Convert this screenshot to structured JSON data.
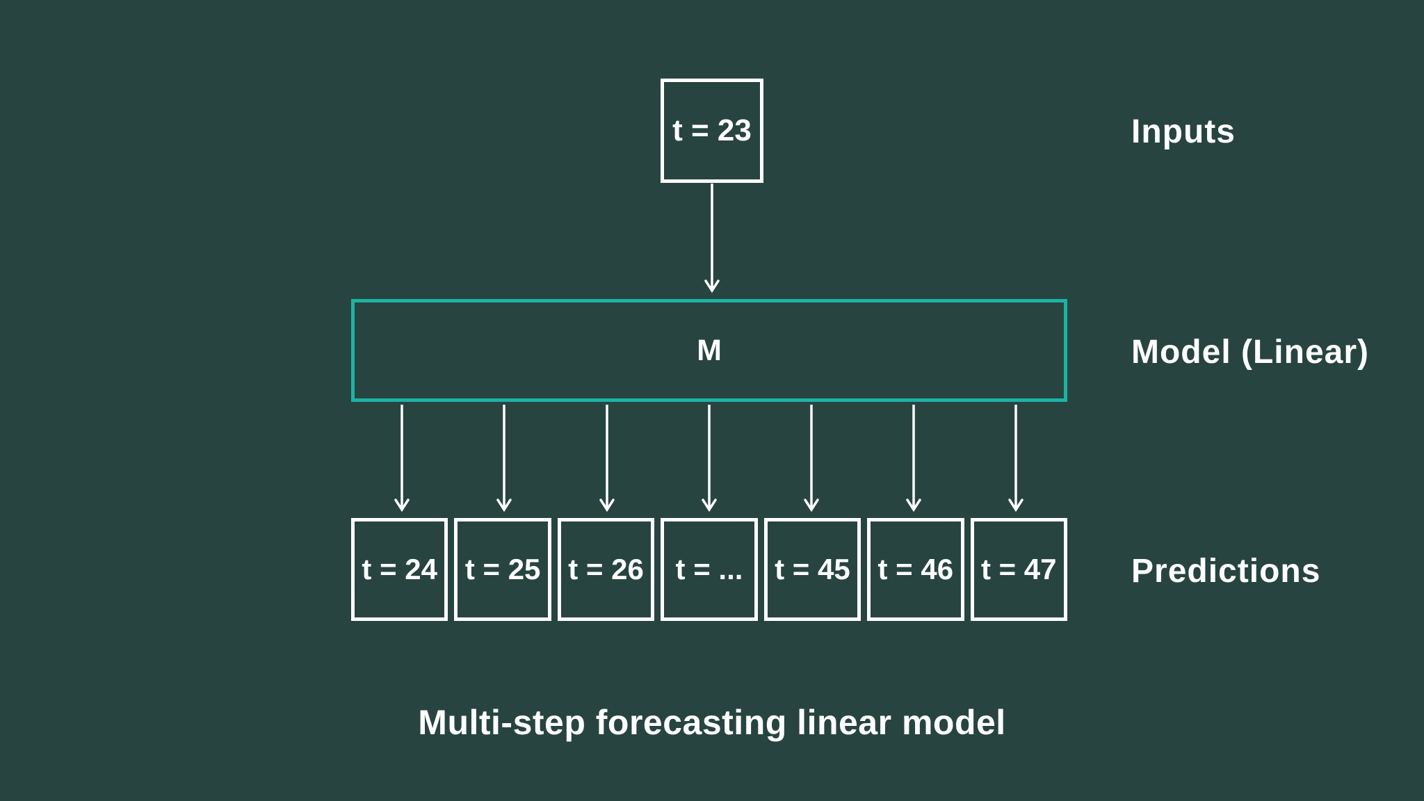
{
  "colors": {
    "background": "#274440",
    "stroke": "#ffffff",
    "accent": "#1eb2a4",
    "text": "#ffffff"
  },
  "diagram": {
    "input": {
      "label": "t = 23"
    },
    "model": {
      "label": "M"
    },
    "predictions": {
      "labels": [
        "t = 24",
        "t = 25",
        "t = 26",
        "t = ...",
        "t = 45",
        "t = 46",
        "t = 47"
      ]
    },
    "row_labels": {
      "inputs": "Inputs",
      "model": "Model (Linear)",
      "predictions": "Predictions"
    },
    "caption": "Multi-step forecasting linear model"
  }
}
